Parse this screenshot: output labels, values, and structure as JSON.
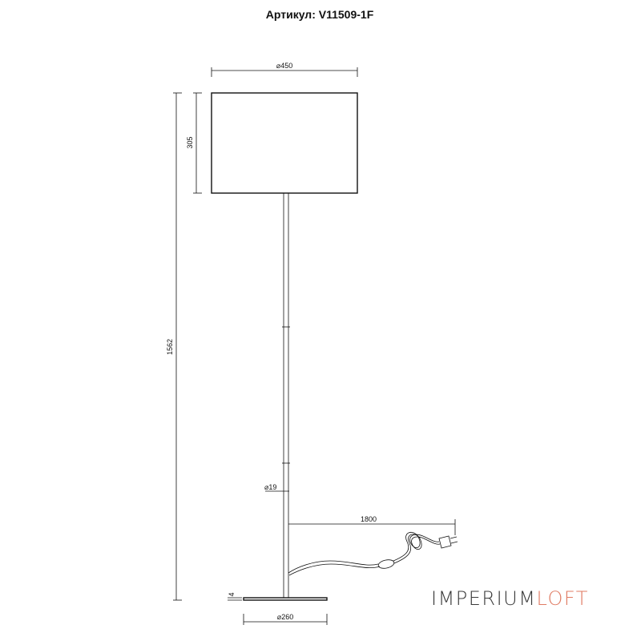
{
  "title": "Артикул: V11509-1F",
  "dimensions": {
    "shade_diameter": "⌀450",
    "shade_height": "305",
    "total_height": "1562",
    "pole_diameter": "⌀19",
    "cable_length": "1800",
    "base_thickness": "4",
    "base_diameter": "⌀260"
  },
  "brand": {
    "part1": "IMPERIUM",
    "part2": "LOFT",
    "color_part1": "#3a3a3a",
    "color_part2": "#e07b63"
  }
}
